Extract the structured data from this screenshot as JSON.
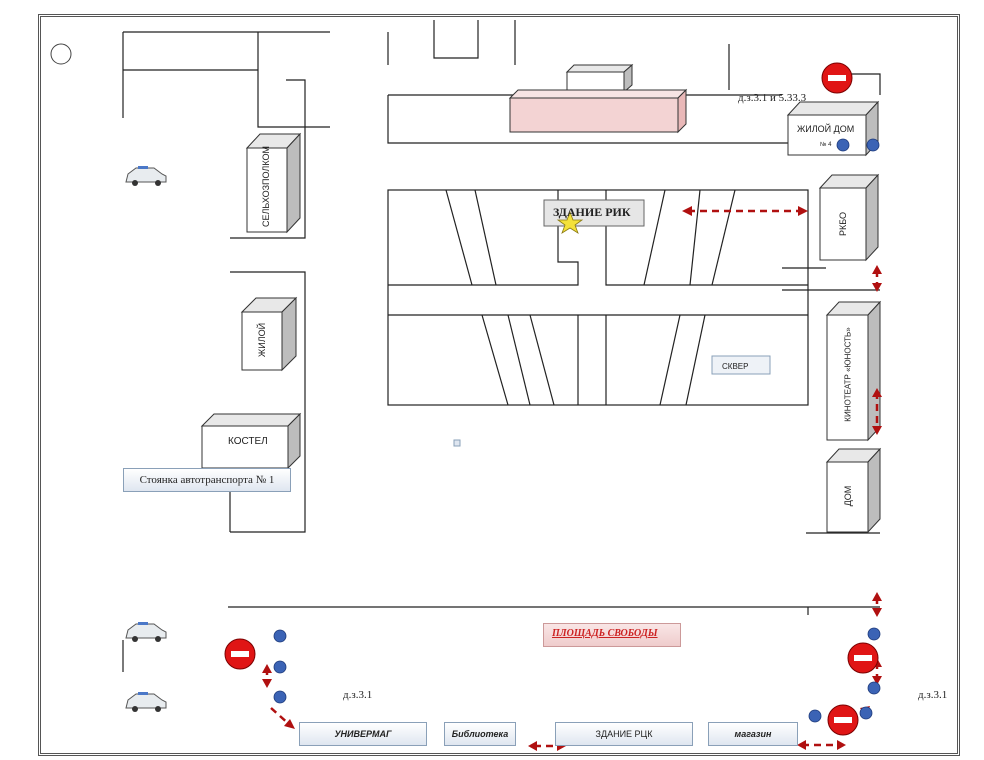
{
  "labels": {
    "selskhozpolkom": "СЕЛЬХОЗПОЛКОМ",
    "zhiloy_left": "ЖИЛОЙ",
    "kostel": "КОСТЕЛ",
    "parking": "Стоянка автотранспорта № 1",
    "rik": "ЗДАНИЕ РИК",
    "skver": "СКВЕР",
    "zhiloy_dom": "ЖИЛОЙ ДОМ",
    "zhiloy_dom_no": "№ 4",
    "rkbo": "РКБО",
    "kinoteatr": "КИНОТЕАТР «ЮНОСТЬ»",
    "dom": "ДОМ",
    "sign_top": "д.з.3.1 и 5.33.3",
    "ploshad": "ПЛОЩАДЬ СВОБОДЫ",
    "sign_left": "д.з.3.1",
    "sign_right": "д.з.3.1",
    "univermag": "УНИВЕРМАГ",
    "biblioteka": "Библиотека",
    "rck": "ЗДАНИЕ РЦК",
    "magazin": "магазин"
  },
  "colors": {
    "road_line": "#222222",
    "arrow": "#b01010",
    "no_entry": "#e01515",
    "marker_blue": "#3b63b5",
    "star": "#f4e13a",
    "highlight_building": "#f3d3d3"
  },
  "icons": [
    "police-car-icon",
    "no-entry-sign-icon",
    "security-post-icon",
    "star-icon",
    "compass-circle-icon"
  ]
}
